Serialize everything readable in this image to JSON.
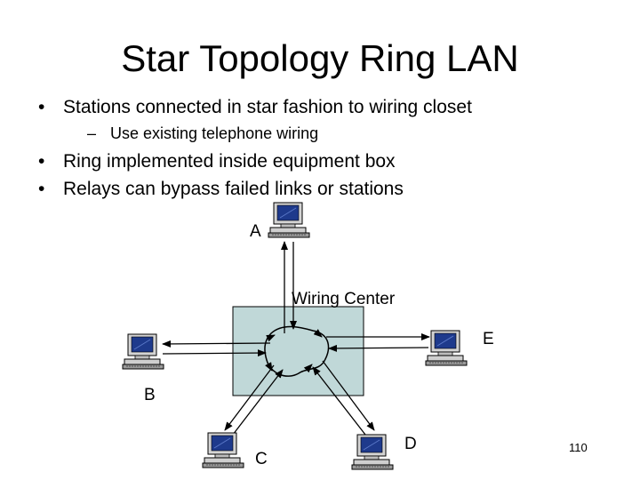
{
  "slide": {
    "title": "Star Topology Ring LAN",
    "bullets": [
      "Stations connected in star fashion to wiring closet",
      "Ring implemented inside equipment box",
      "Relays can bypass failed links or stations"
    ],
    "sub_bullets": [
      "Use existing telephone wiring"
    ],
    "bullet_marker": "•",
    "sub_marker": "–",
    "page_number": "110"
  },
  "diagram": {
    "wiring_center_label": "Wiring Center",
    "stations": [
      "A",
      "B",
      "C",
      "D",
      "E"
    ],
    "box_color": "#c0d8d8",
    "screen_color": "#1e3a8c",
    "icon": "computer-workstation-icon"
  }
}
